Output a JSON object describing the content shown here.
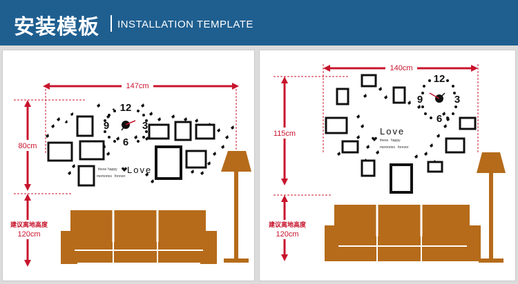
{
  "header": {
    "title_cn": "安装模板",
    "title_en": "INSTALLATION TEMPLATE"
  },
  "colors": {
    "header_bg": "#1f5f90",
    "dimension_red": "#c8142d",
    "furniture_brown": "#b56b1a",
    "frame_black": "#111111"
  },
  "left_panel": {
    "width_label": "147cm",
    "height_label": "80cm",
    "install_height_label_cn": "建议离地高度",
    "install_height_label": "120cm",
    "clock_numbers": [
      "12",
      "3",
      "6",
      "9"
    ],
    "love_text": "Love",
    "small_text": [
      "these",
      "happy",
      "memories",
      "forever"
    ]
  },
  "right_panel": {
    "width_label": "140cm",
    "height_label": "115cm",
    "install_height_label_cn": "建议离地高度",
    "install_height_label": "120cm",
    "clock_numbers": [
      "12",
      "3",
      "6",
      "9"
    ],
    "love_text": "Love",
    "small_text": [
      "these",
      "happy",
      "memories",
      "forever"
    ]
  }
}
